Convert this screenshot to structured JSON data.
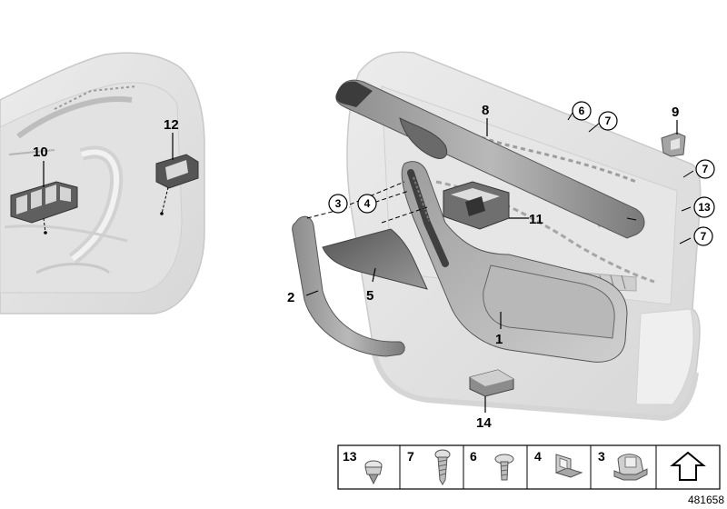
{
  "diagram": {
    "id": "481658",
    "callouts": [
      {
        "name": "callout-1",
        "label": "1"
      },
      {
        "name": "callout-2",
        "label": "2"
      },
      {
        "name": "callout-5",
        "label": "5"
      },
      {
        "name": "callout-8",
        "label": "8"
      },
      {
        "name": "callout-9",
        "label": "9"
      },
      {
        "name": "callout-10",
        "label": "10"
      },
      {
        "name": "callout-11",
        "label": "11"
      },
      {
        "name": "callout-12",
        "label": "12"
      },
      {
        "name": "callout-14",
        "label": "14"
      }
    ],
    "circled_refs": [
      {
        "name": "circled-ref-3",
        "label": "3"
      },
      {
        "name": "circled-ref-4",
        "label": "4"
      },
      {
        "name": "circled-ref-6",
        "label": "6"
      },
      {
        "name": "circled-ref-7a",
        "label": "7"
      },
      {
        "name": "circled-ref-7b",
        "label": "7"
      },
      {
        "name": "circled-ref-7c",
        "label": "7"
      },
      {
        "name": "circled-ref-13",
        "label": "13"
      }
    ],
    "legend": [
      {
        "name": "legend-cell-13",
        "label": "13",
        "part": "clip-fastener"
      },
      {
        "name": "legend-cell-7",
        "label": "7",
        "part": "screw"
      },
      {
        "name": "legend-cell-6",
        "label": "6",
        "part": "bolt"
      },
      {
        "name": "legend-cell-4",
        "label": "4",
        "part": "bracket-clip"
      },
      {
        "name": "legend-cell-3",
        "label": "3",
        "part": "spring-clip"
      },
      {
        "name": "legend-cell-arrow",
        "label": "",
        "part": "front-arrow"
      }
    ]
  }
}
